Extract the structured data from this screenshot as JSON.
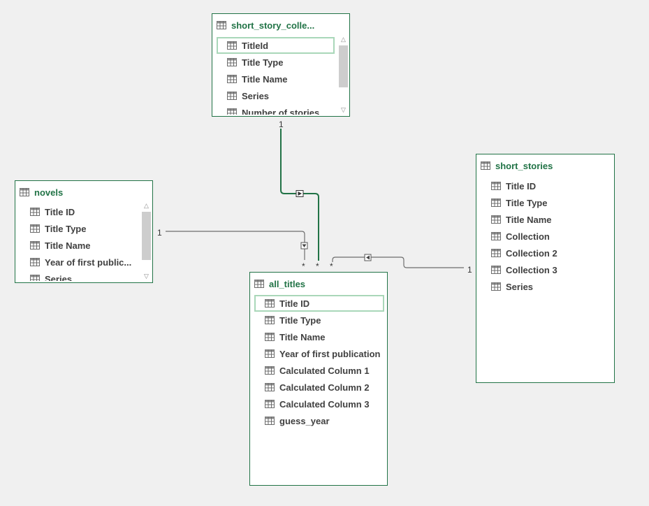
{
  "tables": {
    "short_story_collections": {
      "title": "short_story_colle...",
      "fields": [
        "TitleId",
        "Title Type",
        "Title Name",
        "Series",
        "Number of stories"
      ]
    },
    "novels": {
      "title": "novels",
      "fields": [
        "Title ID",
        "Title Type",
        "Title Name",
        "Year of first public...",
        "Series"
      ]
    },
    "short_stories": {
      "title": "short_stories",
      "fields": [
        "Title ID",
        "Title Type",
        "Title Name",
        "Collection",
        "Collection 2",
        "Collection 3",
        "Series"
      ]
    },
    "all_titles": {
      "title": "all_titles",
      "fields": [
        "Title ID",
        "Title Type",
        "Title Name",
        "Year of first publication",
        "Calculated Column 1",
        "Calculated Column 2",
        "Calculated Column 3",
        "guess_year"
      ]
    }
  },
  "relationships": {
    "collections_to_all_titles": {
      "one_side": "1",
      "many_side": "*",
      "active": true
    },
    "novels_to_all_titles": {
      "one_side": "1",
      "many_side": "*",
      "active": false
    },
    "short_stories_to_all_titles": {
      "one_side": "1",
      "many_side": "*",
      "active": false
    }
  },
  "colors": {
    "canvas": "#f0f0f0",
    "accent": "#217346",
    "selection": "#a9d7b9",
    "active_line": "#217346",
    "inactive_line": "#6e6e6e"
  },
  "icons": {
    "table": "table-grid-icon",
    "column": "column-grid-icon"
  }
}
